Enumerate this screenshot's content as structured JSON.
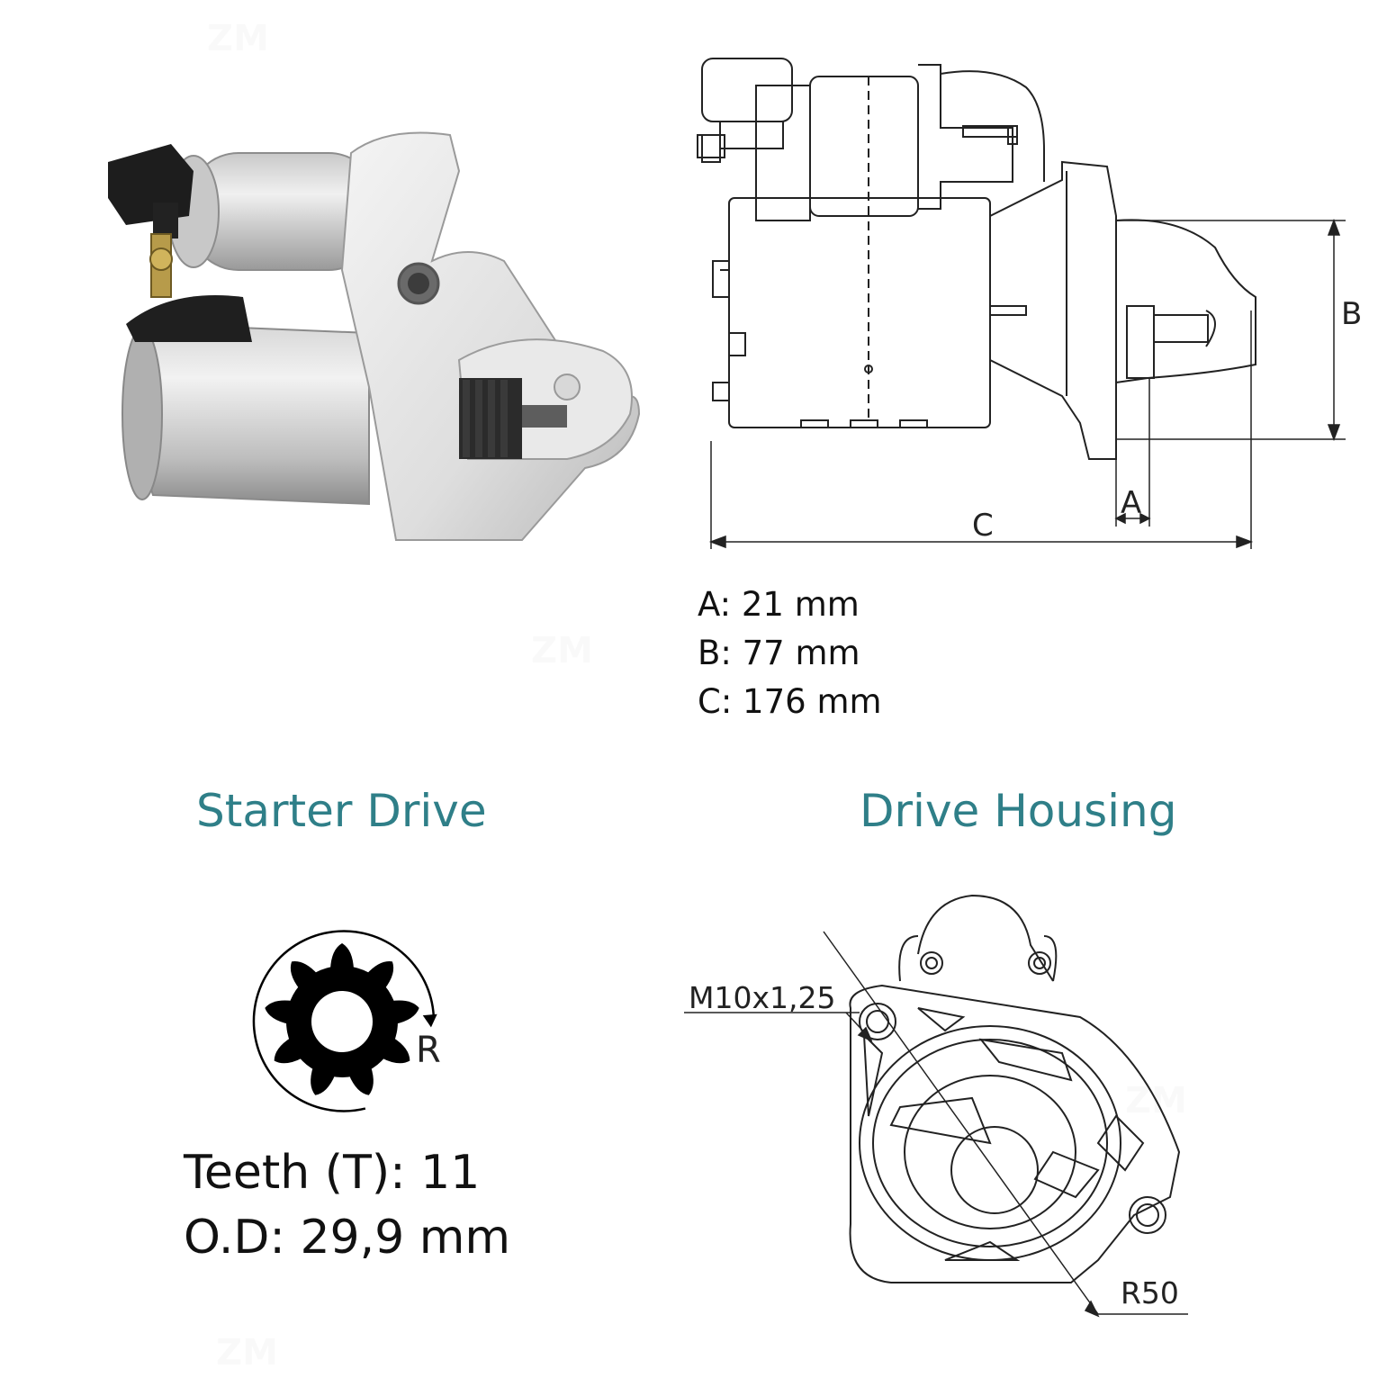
{
  "drawing_labels": {
    "a": "A",
    "b": "B",
    "c": "C",
    "rotation": "R",
    "thread": "M10x1,25",
    "radius": "R50"
  },
  "dimensions": [
    {
      "key": "A",
      "text": "A: 21 mm"
    },
    {
      "key": "B",
      "text": "B: 77 mm"
    },
    {
      "key": "C",
      "text": "C: 176 mm"
    }
  ],
  "sections": {
    "starter_drive": {
      "title": "Starter Drive",
      "teeth": "Teeth (T): 11",
      "od": "O.D: 29,9 mm"
    },
    "drive_housing": {
      "title": "Drive Housing"
    }
  },
  "watermark": "ZM",
  "colors": {
    "heading": "#2f7f88",
    "line": "#222222",
    "metal_light": "#e4e4e4",
    "metal_dark": "#9a9a9a",
    "plug": "#1d1d1d"
  }
}
